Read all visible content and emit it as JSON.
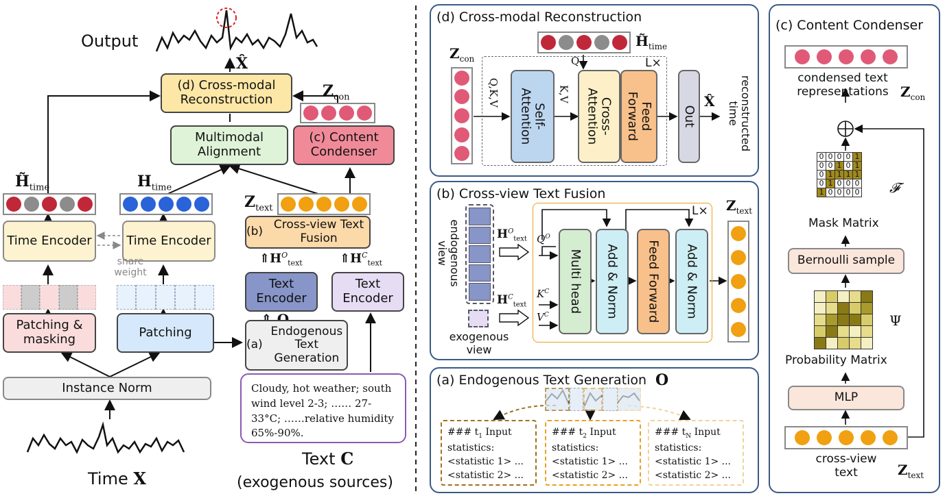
{
  "left": {
    "output": "Output",
    "x_hat": "X̂",
    "cross_modal": "(d) Cross-modal Reconstruction",
    "z_con": "Z",
    "z_con_sub": "con",
    "multimodal": "Multimodal Alignment",
    "content_condenser": "(c) Content Condenser",
    "h_time_tilde": "H̃",
    "h_time_sub": "time",
    "h_time": "H",
    "z_text": "Z",
    "z_text_sub": "text",
    "time_encoder_1": "Time Encoder",
    "time_encoder_2": "Time Encoder",
    "share_weight": "share weight",
    "cross_view": "Cross-view Text Fusion",
    "cross_view_tag": "(b)",
    "h_text_o": "H",
    "h_text_o_sup": "O",
    "h_text_c_sup": "C",
    "text_sub": "text",
    "text_encoder_1": "Text Encoder",
    "text_encoder_2": "Text Encoder",
    "o_label": "O",
    "patching_masking": "Patching & masking",
    "patching": "Patching",
    "endo": "Endogenous Text Generation",
    "endo_tag": "(a)",
    "instance_norm": "Instance Norm",
    "text_content": "Cloudy, hot weather; south wind level 2-3; …… 27-33°C; ……relative humidity 65%-90%.",
    "time_label": "Time",
    "time_x": "X",
    "text_label": "Text",
    "text_c": "C",
    "exogenous": "(exogenous sources)"
  },
  "panel_d": {
    "title": "(d) Cross-modal Reconstruction",
    "z_con": "Z",
    "z_con_sub": "con",
    "h_time": "H̃",
    "h_time_sub": "time",
    "qkv": "Q,K,V",
    "kv": "K,V",
    "q": "Q",
    "lx": "L×",
    "self_attn": "Self-Attention",
    "cross_attn": "Cross-Attention",
    "ffn": "Feed Forward",
    "out": "Out",
    "x_hat": "X̂",
    "recon": "reconstructed time"
  },
  "panel_b": {
    "title": "(b) Cross-view Text Fusion",
    "endo_view": "endogenous view",
    "exo_view": "exogenous view",
    "h_o": "H",
    "h_o_sup": "O",
    "h_c_sup": "C",
    "text_sub": "text",
    "q_o": "Q",
    "k_c": "K",
    "v_c": "V",
    "sup_o": "O",
    "sup_c": "C",
    "multi_head": "Multi head",
    "add_norm": "Add & Norm",
    "ffn": "Feed Forward",
    "lx": "L×",
    "z_text": "Z",
    "z_text_sub": "text"
  },
  "panel_a": {
    "title": "(a) Endogenous Text Generation",
    "o": "O",
    "blocks": [
      {
        "head": "### t",
        "sub": "1",
        "tail": " Input",
        "l2": "statistics:",
        "l3": "<statistic 1> ...",
        "l4": "<statistic 2> ...",
        "color": "#a0701c"
      },
      {
        "head": "### t",
        "sub": "2",
        "tail": " Input",
        "l2": "statistics:",
        "l3": "<statistic 1> ...",
        "l4": "<statistic 2> ...",
        "color": "#e8a020"
      },
      {
        "head": "### t",
        "sub": "N",
        "tail": " Input",
        "l2": "statistics:",
        "l3": "<statistic 1> ...",
        "l4": "<statistic 2> ...",
        "color": "#f2d29a"
      }
    ]
  },
  "panel_c": {
    "title": "(c) Content Condenser",
    "condensed": "condensed text representations",
    "z_con": "Z",
    "z_con_sub": "con",
    "f_symbol": "𝓕",
    "mask_matrix": "Mask Matrix",
    "bernoulli": "Bernoulli sample",
    "psi": "Ψ",
    "prob_matrix": "Probability Matrix",
    "mlp": "MLP",
    "cross_view_text": "cross-view text",
    "z_text": "Z",
    "z_text_sub": "text",
    "mask_rows": [
      [
        "0",
        "0",
        "0",
        "0",
        "1"
      ],
      [
        "0",
        "0",
        "1",
        "0",
        "1"
      ],
      [
        "0",
        "1",
        "1",
        "1",
        "1"
      ],
      [
        "0",
        "1",
        "0",
        "0",
        "0"
      ],
      [
        "1",
        "0",
        "0",
        "0",
        "0"
      ]
    ]
  },
  "colors": {
    "red_dot": "#c0283a",
    "gray_dot": "#8c8c8c",
    "blue_dot": "#2a62d8",
    "orange_dot": "#f0a010",
    "pink_dot": "#e05a78",
    "yellow_box": "#fde7a6",
    "green_box": "#dff3d8",
    "pink_box": "#f08a98",
    "orange_box": "#fbd9a8",
    "navy_box": "#8795c8",
    "lavender_box": "#e6dcf4",
    "rose_box": "#fbdcdc",
    "sky_box": "#d6e8fb",
    "gray_box": "#efefef",
    "panel_border": "#3a5a86"
  }
}
